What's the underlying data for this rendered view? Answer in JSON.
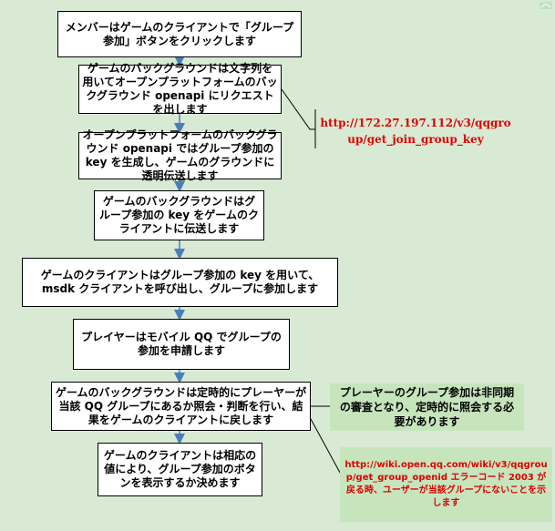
{
  "steps": [
    "メンバーはゲームのクライアントで「グループ参加」ボタンをクリックします",
    "ゲームのバックグラウンドは文字列を用いてオープンプラットフォームのバックグラウンド openapi にリクエストを出します",
    "オープンプラットフォームのバックグラウンド openapi ではグループ参加の key を生成し、ゲームのグラウンドに透明伝送します",
    "ゲームのバックグラウンドはグループ参加の key をゲームのクライアントに伝送します",
    "ゲームのクライアントはグループ参加の key を用いて、msdk クライアントを呼び出し、グループに参加します",
    "プレイヤーはモバイル QQ でグループの参加を申請します",
    "ゲームのバックグラウンドは定時的にプレーヤーが当該 QQ グループにあるか照会・判断を行い、結果をゲームのクライアントに戻します",
    "ゲームのクライアントは相応の値により、グループ参加のボタンを表示するか決めます"
  ],
  "notes": {
    "api_url": "http://172.27.197.112/v3/qqgroup/get_join_group_key",
    "async_note": "プレーヤーのグループ参加は非同期の審査となり、定時的に照会する必要があります",
    "wiki_note": "http://wiki.open.qq.com/wiki/v3/qqgroup/get_group_openid エラーコード 2003 が戻る時、ユーザーが当該グループにないことを示します"
  },
  "colors": {
    "background": "#d8ead3",
    "arrow": "#4a7ebb",
    "note_fill": "#c6e5bc",
    "url_text": "#e00000"
  }
}
